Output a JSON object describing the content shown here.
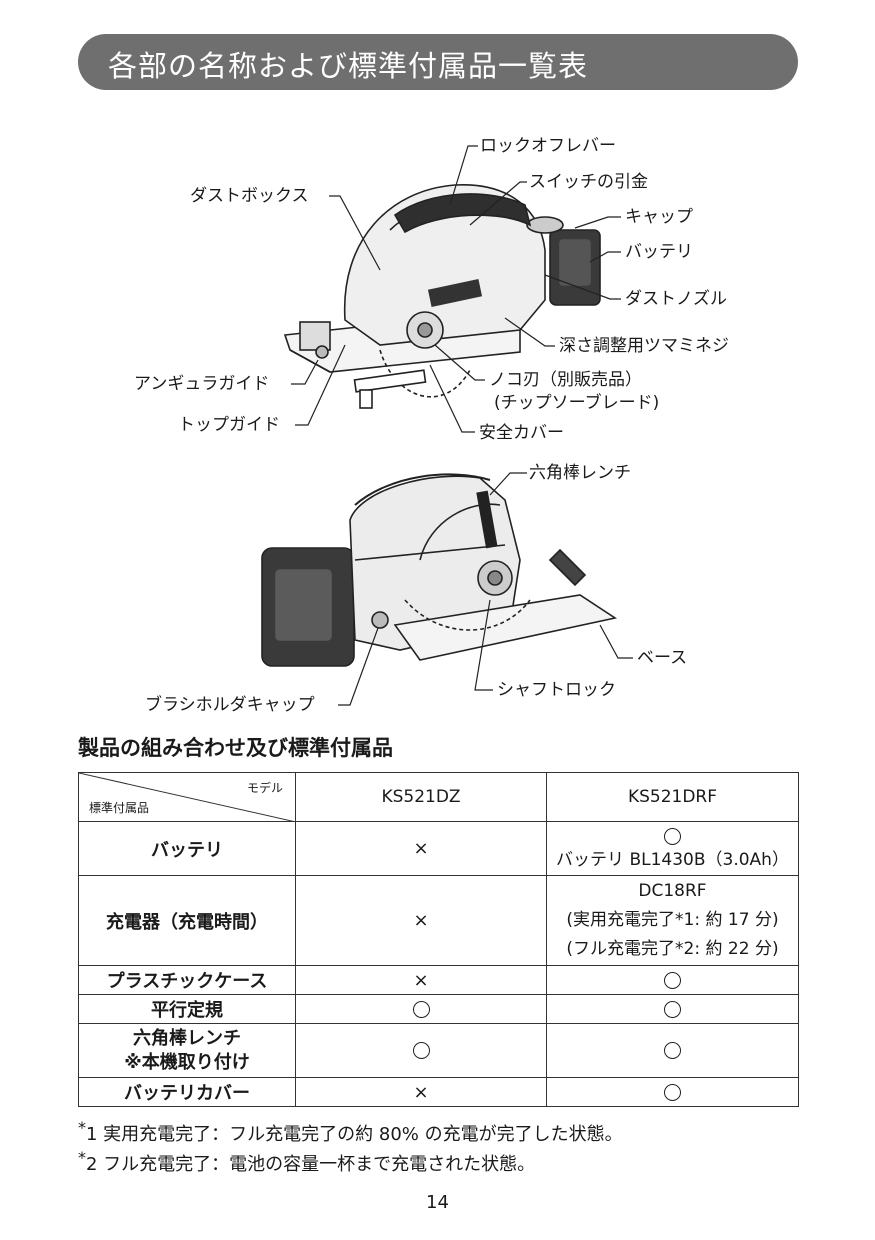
{
  "header": {
    "title": "各部の名称および標準付属品一覧表"
  },
  "diagram_top_labels": {
    "lock_off_lever": "ロックオフレバー",
    "switch_trigger": "スイッチの引金",
    "dust_box": "ダストボックス",
    "cap": "キャップ",
    "battery": "バッテリ",
    "dust_nozzle": "ダストノズル",
    "depth_knob": "深さ調整用ツマミネジ",
    "angular_guide": "アンギュラガイド",
    "saw_blade": "ノコ刃（別販売品）",
    "saw_blade_sub": "(チップソーブレード)",
    "top_guide": "トップガイド",
    "safety_cover": "安全カバー"
  },
  "diagram_bottom_labels": {
    "hex_wrench": "六角棒レンチ",
    "base": "ベース",
    "shaft_lock": "シャフトロック",
    "brush_holder_cap": "ブラシホルダキャップ"
  },
  "section_heading": "製品の組み合わせ及び標準付属品",
  "table": {
    "header_model": "モデル",
    "header_accessory": "標準付属品",
    "models": [
      "KS521DZ",
      "KS521DRF"
    ],
    "rows": [
      {
        "item": "バッテリ",
        "dz": "×",
        "drf_mark": "○",
        "drf_lines": [
          "バッテリ BL1430B（3.0Ah）"
        ]
      },
      {
        "item": "充電器（充電時間）",
        "dz": "×",
        "drf_lines": [
          "DC18RF",
          "(実用充電完了*1: 約 17 分)",
          "(フル充電完了*2: 約 22 分)"
        ]
      },
      {
        "item": "プラスチックケース",
        "dz": "×",
        "drf_mark": "○"
      },
      {
        "item": "平行定規",
        "dz": "○",
        "drf_mark": "○"
      },
      {
        "item_lines": [
          "六角棒レンチ",
          "※本機取り付け"
        ],
        "dz": "○",
        "drf_mark": "○"
      },
      {
        "item": "バッテリカバー",
        "dz": "×",
        "drf_mark": "○"
      }
    ]
  },
  "notes": [
    {
      "mark": "*",
      "text": "1 実用充電完了：フル充電完了の約 80% の充電が完了した状態。"
    },
    {
      "mark": "*",
      "text": "2 フル充電完了：電池の容量一杯まで充電された状態。"
    }
  ],
  "page_number": "14"
}
